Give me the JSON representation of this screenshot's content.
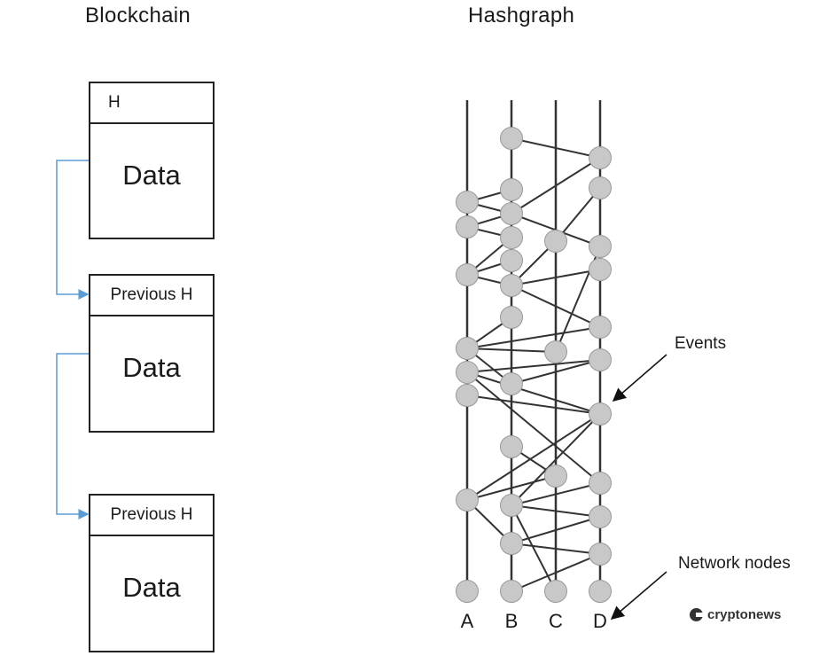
{
  "blockchain": {
    "title": "Blockchain",
    "blocks": [
      {
        "header": "H",
        "data": "Data"
      },
      {
        "header": "Previous H",
        "data": "Data"
      },
      {
        "header": "Previous H",
        "data": "Data"
      }
    ],
    "link_color": "#5b9bd5"
  },
  "hashgraph": {
    "title": "Hashgraph",
    "node_labels": [
      "A",
      "B",
      "C",
      "D"
    ],
    "callouts": {
      "events": "Events",
      "network_nodes": "Network nodes"
    },
    "event_color": "#c8c8c8"
  },
  "brand": {
    "name": "cryptonews",
    "icon": "cryptonews-logo-icon"
  }
}
